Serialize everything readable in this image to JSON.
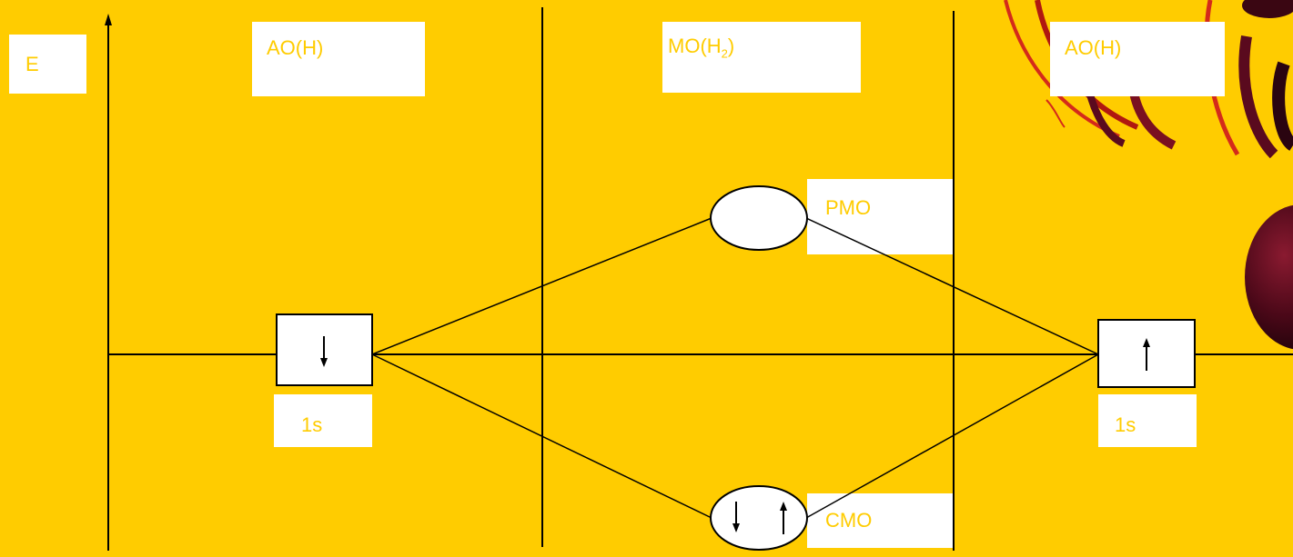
{
  "energy_label": "E",
  "columns": {
    "left_header": "AO(H)",
    "middle_header_main": "MO(H",
    "middle_header_sub": "2",
    "middle_header_tail": ")",
    "right_header": "AO(H)"
  },
  "orbitals": {
    "left_ao_label": "1s",
    "left_ao_electrons": "down",
    "right_ao_label": "1s",
    "right_ao_electrons": "up",
    "antibonding_label": "PMO",
    "antibonding_electrons": "none",
    "bonding_label": "CMO",
    "bonding_electrons": "down-up"
  },
  "colors": {
    "background": "#FFCC00",
    "label_text": "#FFCC00",
    "box_fill": "#FFFFFF",
    "line": "#000000",
    "decor_dark": "#5A0A1E",
    "decor_red": "#D42A1A"
  }
}
